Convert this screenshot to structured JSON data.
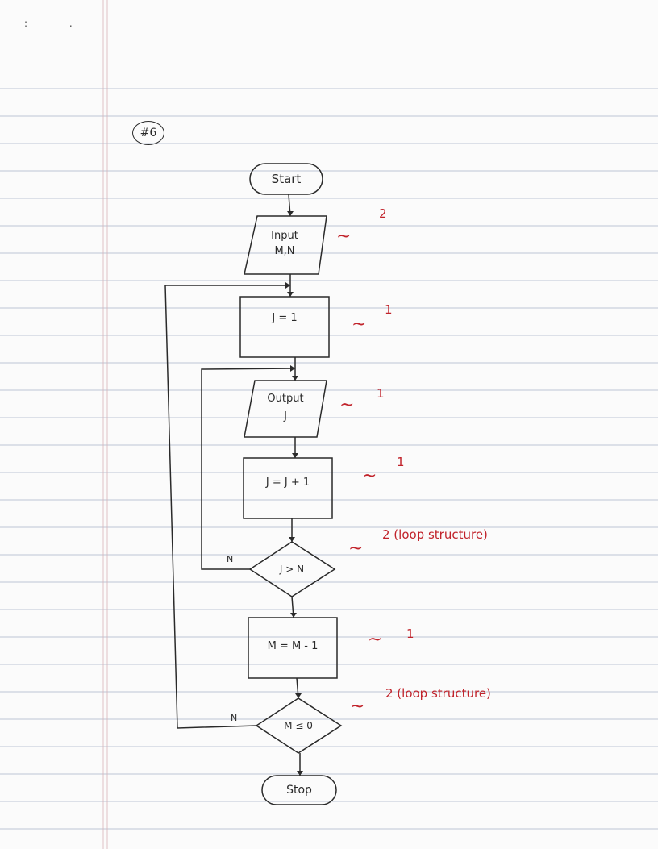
{
  "header": {
    "problem_number": "#6",
    "corner_marks": ": ."
  },
  "flowchart": {
    "start": "Start",
    "input_line1": "Input",
    "input_line2": "M,N",
    "set_j": "J = 1",
    "output_line1": "Output",
    "output_line2": "J",
    "increment_j": "J = J + 1",
    "decision_j": "J > N",
    "decrement_m": "M = M - 1",
    "decision_m": "M ≤ 0",
    "stop": "Stop",
    "no_label_inner": "N",
    "no_label_outer": "N"
  },
  "grading": {
    "check_mark": "~",
    "input": "2",
    "set_j": "1",
    "output": "1",
    "increment_j": "1",
    "inner_loop": "2 (loop structure)",
    "decrement_m": "1",
    "outer_loop": "2 (loop structure)"
  },
  "colors": {
    "ink": "#2a2a2a",
    "grader_red": "#c1232b",
    "rule_line": "#a9b4c8",
    "margin_line": "#d9b3b8"
  }
}
